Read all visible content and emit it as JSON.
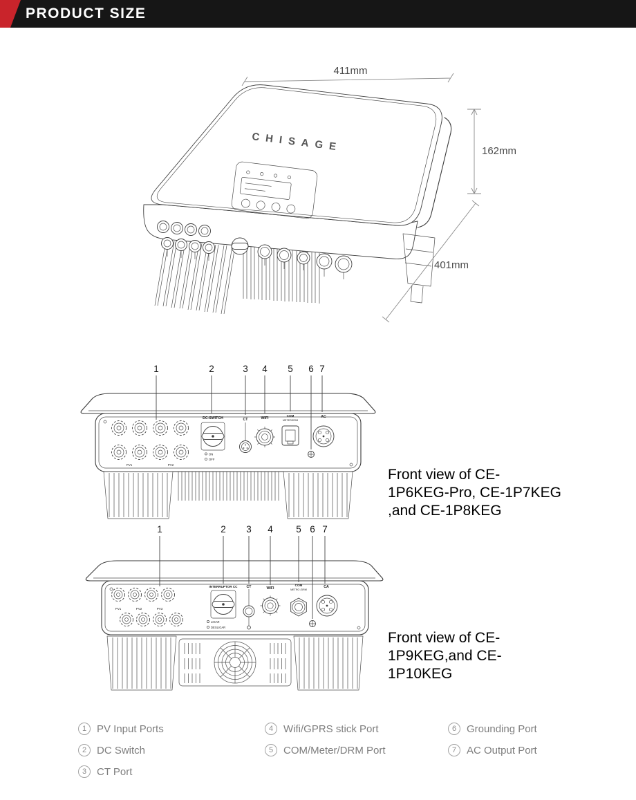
{
  "header": {
    "title": "PRODUCT SIZE"
  },
  "iso": {
    "brand": "CHISAGE",
    "dim_width": "411mm",
    "dim_height": "162mm",
    "dim_depth": "401mm"
  },
  "front1": {
    "callouts": [
      "1",
      "2",
      "3",
      "4",
      "5",
      "6",
      "7"
    ],
    "labels": {
      "dc_switch": "DC-SWITCH",
      "on": "ON",
      "off": "OFF",
      "ct": "CT",
      "wifi": "WIFI",
      "com": "COM",
      "com_sub": "METER/DRM",
      "ac": "AC",
      "pv1": "PV1",
      "pv2": "PV2"
    },
    "caption_lines": [
      "Front view of CE-",
      "1P6KEG-Pro, CE-1P7KEG",
      ",and CE-1P8KEG"
    ]
  },
  "front2": {
    "callouts": [
      "1",
      "2",
      "3",
      "4",
      "5",
      "6",
      "7"
    ],
    "labels": {
      "dc_switch": "INTERRUPTOR CC",
      "on": "LIGAR",
      "off": "DESLIGAR",
      "ct": "CT",
      "wifi": "WIFI",
      "com": "COM",
      "com_sub": "METRO /DRM",
      "ac": "CA",
      "pv1": "PV1",
      "pv2": "PV2",
      "pv3": "PV3"
    },
    "caption_lines": [
      "Front view of CE-",
      "1P9KEG,and CE-",
      "1P10KEG"
    ]
  },
  "legend": {
    "columns": [
      {
        "items": [
          {
            "num": "1",
            "label": "PV Input Ports"
          },
          {
            "num": "2",
            "label": "DC Switch"
          },
          {
            "num": "3",
            "label": "CT Port"
          }
        ]
      },
      {
        "items": [
          {
            "num": "4",
            "label": "Wifi/GPRS stick Port"
          },
          {
            "num": "5",
            "label": "COM/Meter/DRM Port"
          }
        ]
      },
      {
        "items": [
          {
            "num": "6",
            "label": "Grounding Port"
          },
          {
            "num": "7",
            "label": "AC Output Port"
          }
        ]
      }
    ]
  }
}
